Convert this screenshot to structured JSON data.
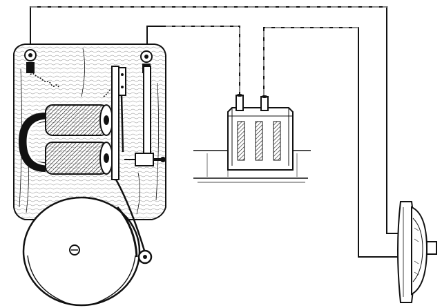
{
  "illustration": {
    "subject": "electric-bell-circuit",
    "colors": {
      "ink": "#111111",
      "paper": "#ffffff",
      "shade": "#3a3a3a"
    },
    "components": [
      {
        "id": "bell-board",
        "icon": "wooden-board"
      },
      {
        "id": "electromagnet",
        "icon": "coil-pair"
      },
      {
        "id": "armature",
        "icon": "spring-armature"
      },
      {
        "id": "contact-screw",
        "icon": "adjusting-screw"
      },
      {
        "id": "gong",
        "icon": "bell-dome"
      },
      {
        "id": "striker",
        "icon": "hammer"
      },
      {
        "id": "battery-cell",
        "icon": "dry-cell"
      },
      {
        "id": "push-button",
        "icon": "push-switch"
      }
    ]
  }
}
